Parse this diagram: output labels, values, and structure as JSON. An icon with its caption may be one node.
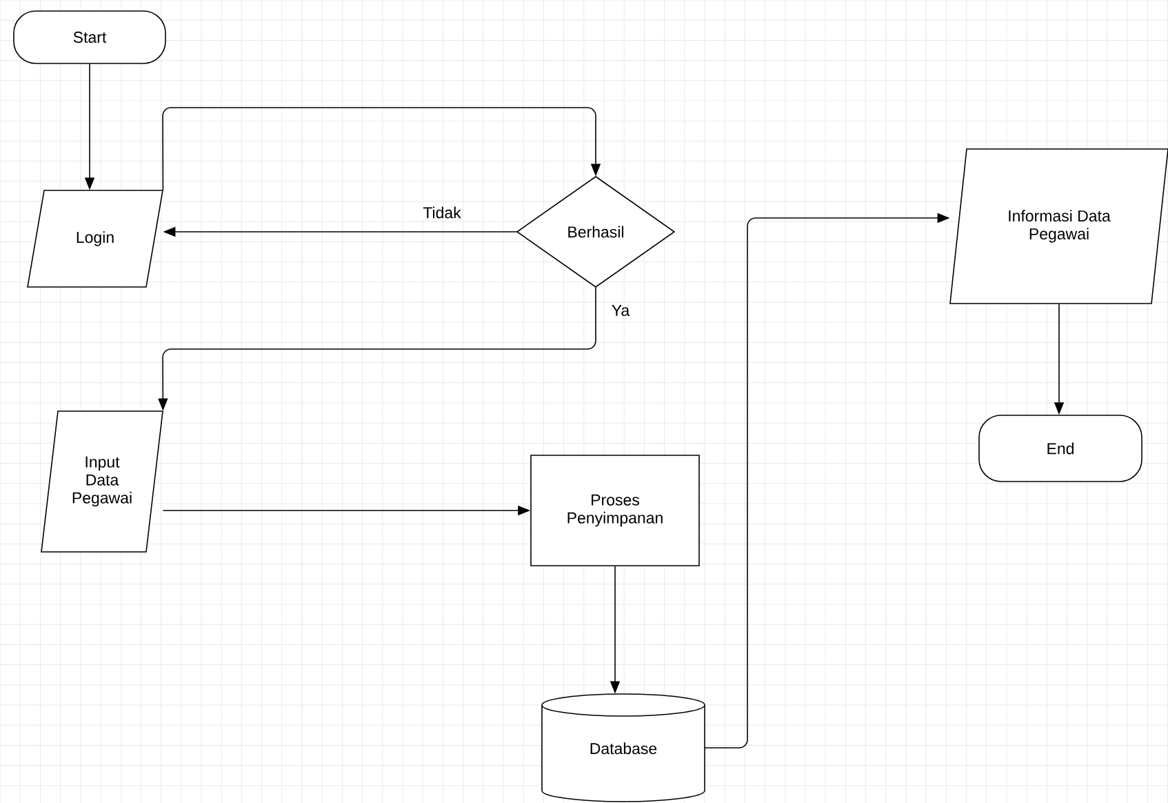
{
  "diagram": {
    "nodes": [
      {
        "text": [
          "Start"
        ]
      },
      {
        "text": [
          "Login"
        ]
      },
      {
        "text": [
          "Berhasil"
        ]
      },
      {
        "text": [
          "Input Data Pegawai"
        ]
      },
      {
        "text": [
          "Proses Penyimpanan"
        ]
      },
      {
        "text": [
          "Database"
        ]
      },
      {
        "text": [
          "Informasi Data Pegawai"
        ]
      },
      {
        "text": [
          "End"
        ]
      }
    ],
    "edges": [
      {
        "from": 0,
        "to": 1,
        "arrow": "to"
      },
      {
        "from": 1,
        "to": 2,
        "arrow": "to"
      },
      {
        "from": 2,
        "to": 1,
        "arrow": "to",
        "label": "Tidak"
      },
      {
        "from": 2,
        "to": 3,
        "arrow": "to",
        "label": "Ya"
      },
      {
        "from": 3,
        "to": 4,
        "arrow": "to"
      },
      {
        "from": 4,
        "to": 5,
        "arrow": "to"
      },
      {
        "from": 5,
        "to": 6,
        "arrow": "to"
      },
      {
        "from": 6,
        "to": 7,
        "arrow": "to"
      }
    ]
  }
}
